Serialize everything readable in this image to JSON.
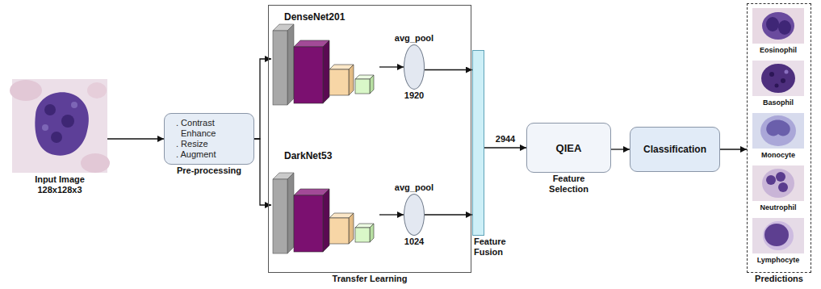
{
  "diagram": {
    "nodes": [
      {
        "text": [
          "Input Image 128x128x3"
        ]
      },
      {
        "text": [
          ". Contrast Enhance",
          ". Resize",
          ". Augment",
          "Pre-processing"
        ]
      },
      {
        "text": [
          "Transfer Learning"
        ]
      },
      {
        "text": [
          "DenseNet201"
        ],
        "in": 2
      },
      {
        "text": [
          "avg_pool",
          "1920"
        ],
        "in": 2
      },
      {
        "text": [
          "DarkNet53"
        ],
        "in": 2
      },
      {
        "text": [
          "avg_pool",
          "1024"
        ],
        "in": 2
      },
      {
        "text": [
          "Feature Fusion"
        ]
      },
      {
        "text": [
          "QIEA",
          "Feature Selection"
        ]
      },
      {
        "text": [
          "Classification"
        ]
      },
      {
        "text": [
          "Predictions"
        ]
      },
      {
        "text": [
          "Eosinophil"
        ],
        "in": 10
      },
      {
        "text": [
          "Basophil"
        ],
        "in": 10
      },
      {
        "text": [
          "Monocyte"
        ],
        "in": 10
      },
      {
        "text": [
          "Neutrophil"
        ],
        "in": 10
      },
      {
        "text": [
          "Lymphocyte"
        ],
        "in": 10
      }
    ],
    "edges": [
      {
        "from": 0,
        "to": 1,
        "arrow": "to"
      },
      {
        "from": 1,
        "to": 3,
        "arrow": "to"
      },
      {
        "from": 1,
        "to": 5,
        "arrow": "to"
      },
      {
        "from": 3,
        "to": 4,
        "arrow": "to"
      },
      {
        "from": 5,
        "to": 6,
        "arrow": "to"
      },
      {
        "from": 4,
        "to": 7,
        "arrow": "to"
      },
      {
        "from": 6,
        "to": 7,
        "arrow": "to"
      },
      {
        "from": 7,
        "to": 8,
        "label": "2944",
        "arrow": "to"
      },
      {
        "from": 8,
        "to": 9,
        "arrow": "to"
      },
      {
        "from": 9,
        "to": 10,
        "arrow": "to"
      }
    ]
  }
}
